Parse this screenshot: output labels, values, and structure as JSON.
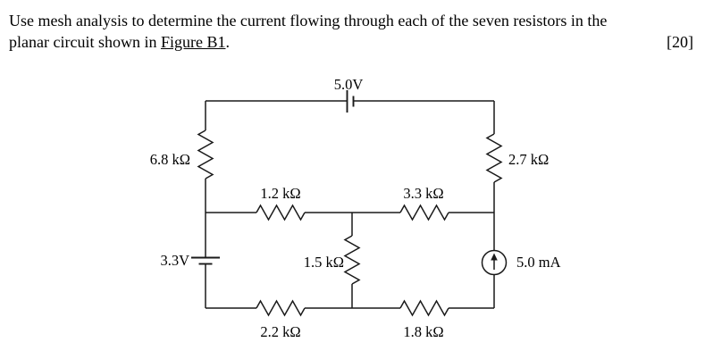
{
  "question": {
    "line1": "Use mesh analysis to determine the current flowing through each of the seven resistors in the",
    "line2_before": "planar circuit shown in ",
    "figure_link": "Figure B1",
    "line2_after": ".",
    "marks": "[20]"
  },
  "circuit": {
    "figure_name": "Figure B1 planar circuit",
    "sources": {
      "top_voltage": {
        "label": "5.0V",
        "type": "battery"
      },
      "left_voltage": {
        "label": "3.3V",
        "type": "battery"
      },
      "current": {
        "label": "5.0 mA",
        "type": "current-source",
        "arrow_direction": "up"
      }
    },
    "resistors": {
      "r_left": {
        "label": "6.8 kΩ",
        "orientation": "vertical",
        "position": "left-branch"
      },
      "r_right": {
        "label": "2.7 kΩ",
        "orientation": "vertical",
        "position": "right-branch"
      },
      "r_mid_left": {
        "label": "1.2 kΩ",
        "orientation": "horizontal",
        "position": "middle-row-left"
      },
      "r_mid_right": {
        "label": "3.3 kΩ",
        "orientation": "horizontal",
        "position": "middle-row-right"
      },
      "r_center": {
        "label": "1.5 kΩ",
        "orientation": "vertical",
        "position": "center-branch"
      },
      "r_bottom_left": {
        "label": "2.2 kΩ",
        "orientation": "horizontal",
        "position": "bottom-row-left"
      },
      "r_bottom_right": {
        "label": "1.8 kΩ",
        "orientation": "horizontal",
        "position": "bottom-row-right"
      }
    },
    "colors": {
      "line": "#1a1a1a",
      "text": "#000000",
      "background": "#ffffff"
    }
  }
}
